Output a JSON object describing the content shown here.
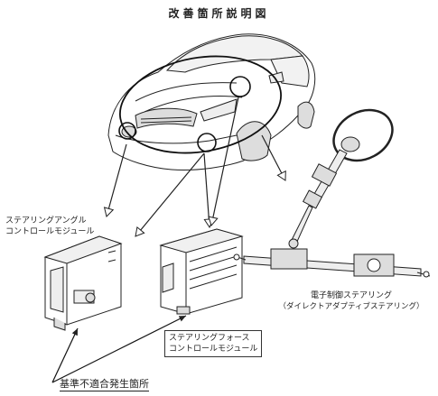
{
  "title": "改善箇所説明図",
  "labels": {
    "angle_module_line1": "ステアリングアングル",
    "angle_module_line2": "コントロールモジュール",
    "force_module_line1": "ステアリングフォース",
    "force_module_line2": "コントロールモジュール",
    "electronic_steering_line1": "電子制御ステアリング",
    "electronic_steering_line2": "（ダイレクトアダプティブステアリング）",
    "defect_location": "基準不適合発生箇所"
  },
  "colors": {
    "line": "#222222",
    "fill": "#ffffff",
    "shade": "#e6e6e6"
  }
}
